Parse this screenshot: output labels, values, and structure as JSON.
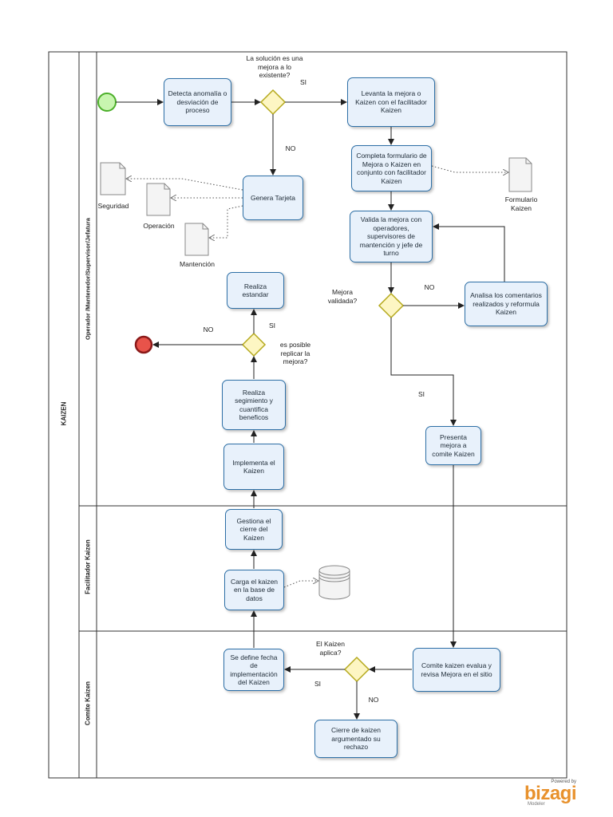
{
  "pool": {
    "title": "KAIZEN",
    "lanes": [
      "Operador /Mantenedor/Supervisor/Jefatura",
      "Facilitador Kaizen",
      "Comite Kaizen"
    ]
  },
  "tasks": {
    "detecta": "Detecta anomalía o desviación de proceso",
    "levanta": "Levanta la mejora o Kaizen con el facilitador Kaizen",
    "completa": "Completa formulario de Mejora o Kaizen en conjunto con facilitador Kaizen",
    "genera": "Genera Tarjeta",
    "valida": "Valida la mejora con operadores, supervisores de mantención y jefe de turno",
    "analiza": "Analisa los comentarios realizados y reformula Kaizen",
    "realiza_estandar": "Realiza estandar",
    "realiza_seguimiento": "Realiza segimiento y cuantifica beneficos",
    "implementa": "Implementa el Kaizen",
    "presenta": "Presenta mejora a comite Kaizen",
    "gestiona": "Gestiona el cierre del Kaizen",
    "carga": "Carga el kaizen en la base de datos",
    "define_fecha": "Se define fecha de implementación del Kaizen",
    "comite_evalua": "Comite kaizen evalua y revisa Mejora en el sitio",
    "cierre": "Cierre de kaizen argumentado su rechazo"
  },
  "labels": {
    "q_solucion": "La solución es una mejora a lo existente?",
    "si_1": "SI",
    "no_1": "NO",
    "q_mejora_validada": "Mejora validada?",
    "no_2": "NO",
    "si_2": "SI",
    "q_replicar": "es posible replicar la mejora?",
    "si_3": "SI",
    "no_3": "NO",
    "q_aplica": "El Kaizen aplica?",
    "si_4": "SI",
    "no_4": "NO"
  },
  "documents": {
    "seguridad": "Seguridad",
    "operacion": "Operación",
    "mantencion": "Mantención",
    "formulario": "Formulario Kaizen"
  },
  "branding": {
    "powered_by": "Powered by",
    "logo": "bizagi",
    "product": "Modeler"
  },
  "colors": {
    "task_fill": "#e8f1fb",
    "task_border": "#2d6fa6",
    "gateway_fill": "#fdf6c3",
    "gateway_border": "#b5a91d",
    "start_fill": "#c8f5b0",
    "start_border": "#4caf2a",
    "end_fill": "#e8534a",
    "end_border": "#8b1a1a",
    "brand": "#e8912c"
  }
}
